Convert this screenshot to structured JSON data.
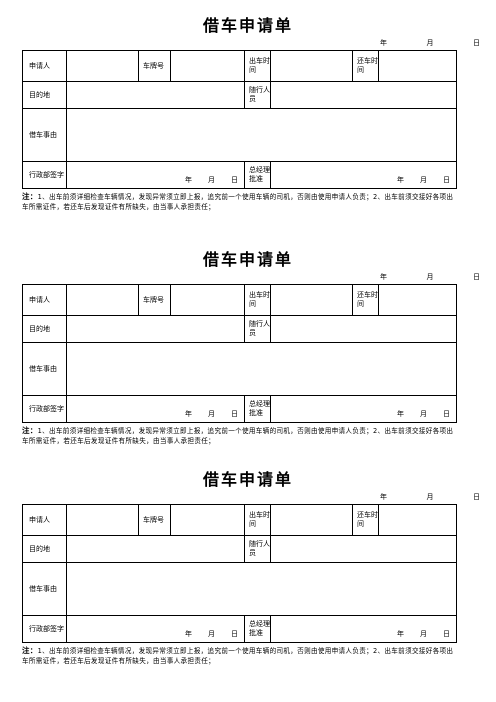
{
  "title": "借车申请单",
  "date": {
    "year": "年",
    "month": "月",
    "day": "日"
  },
  "labels": {
    "applicant": "申请人",
    "plate": "车牌号",
    "depart_time": "出车时间",
    "return_time": "还车时间",
    "destination": "目的地",
    "companions": "随行人员",
    "reason": "借车事由",
    "admin_sign": "行政部签字",
    "manager_approval": "总经理批准"
  },
  "note": {
    "prefix": "注：",
    "text": "1、出车前须详细检查车辆情况，发现异常须立即上报，追究前一个使用车辆的司机，否则由使用申请人负责；2、出车前须交接好各项出车所需证件，若还车后发现证件有所缺失，由当事人承担责任；"
  }
}
